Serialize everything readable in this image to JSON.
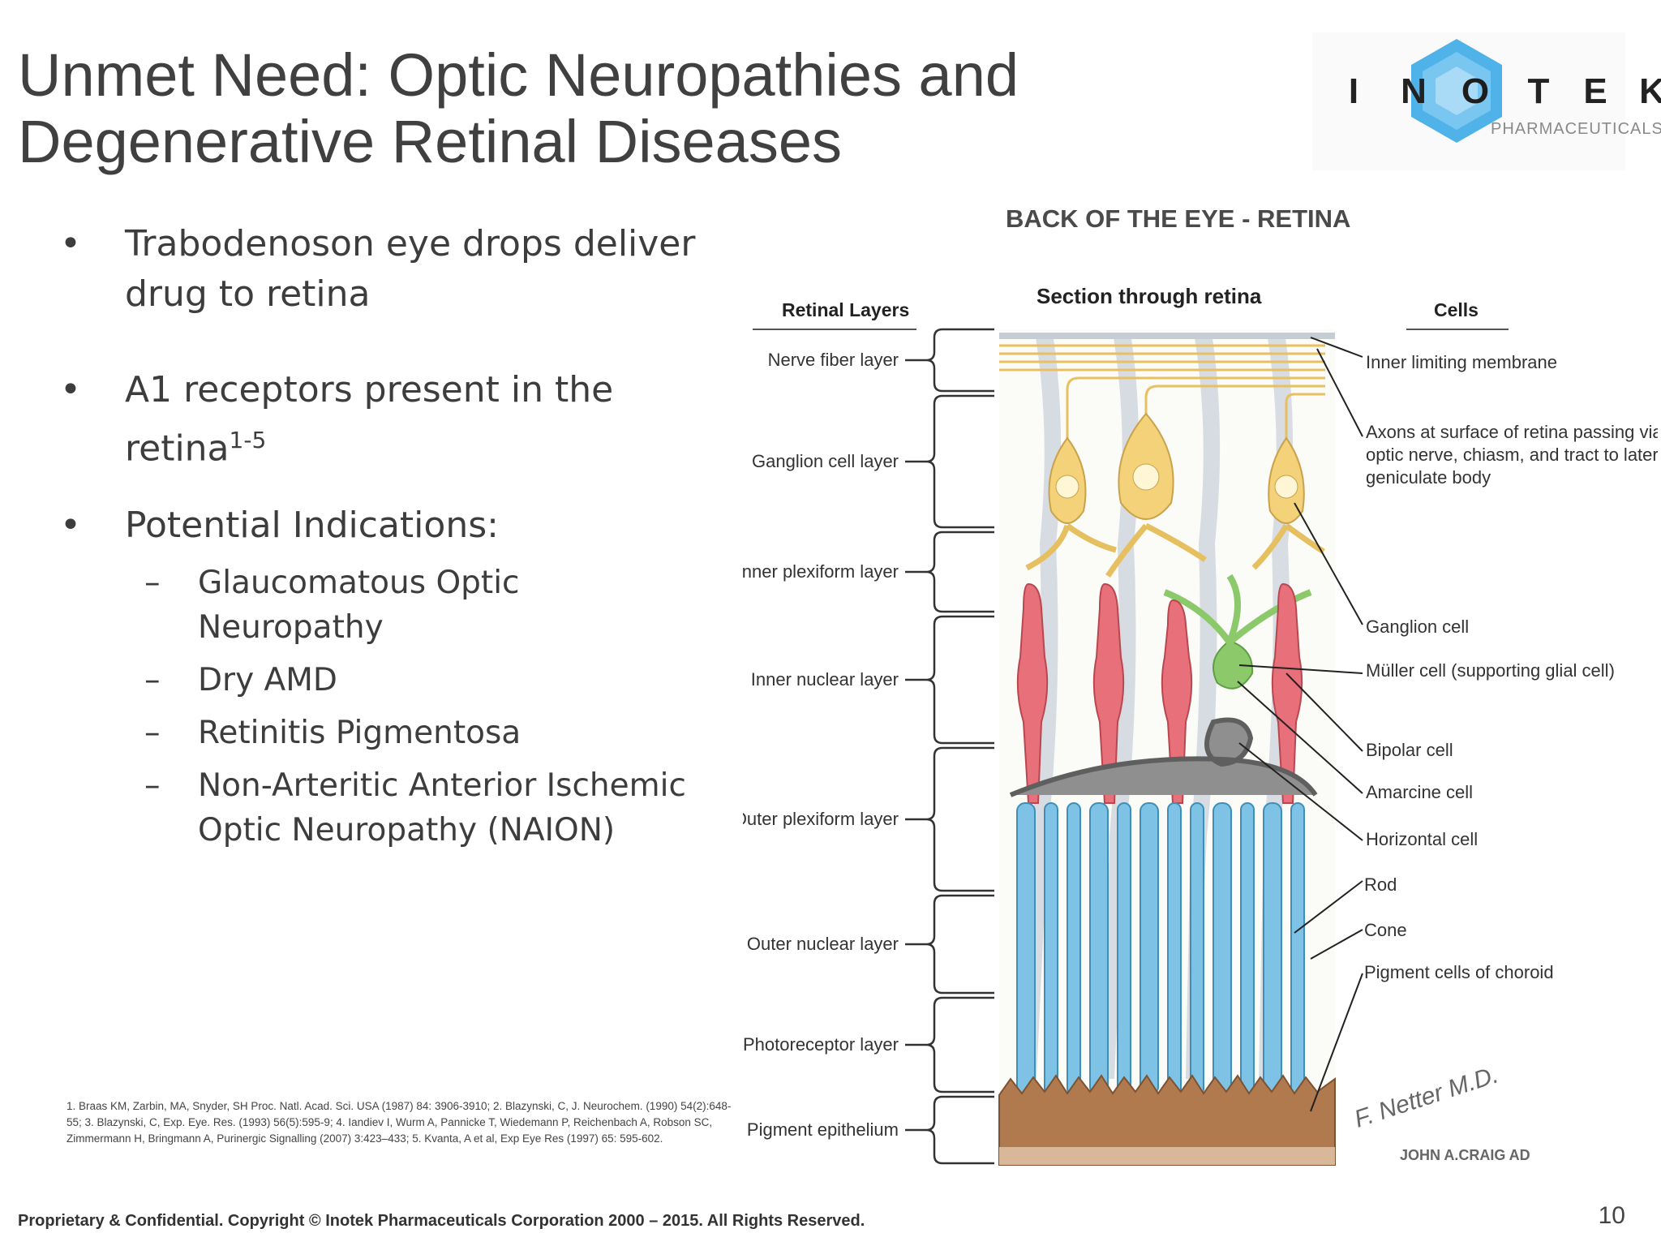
{
  "slide": {
    "title_line1": "Unmet Need:  Optic Neuropathies and",
    "title_line2": "Degenerative Retinal Diseases",
    "page_number": "10",
    "footer": "Proprietary & Confidential. Copyright © Inotek Pharmaceuticals Corporation 2000 – 2015. All Rights Reserved."
  },
  "logo": {
    "letters": [
      "I",
      "N",
      "O",
      "T",
      "E",
      "K"
    ],
    "subtitle": "PHARMACEUTICALS",
    "accent_color": "#3ea8e6"
  },
  "bullets": [
    {
      "marker": "•",
      "text_line1": "Trabodenoson eye drops deliver",
      "text_line2": "drug to retina"
    },
    {
      "marker": "•",
      "text_line1": "A1 receptors present in the",
      "text_line2": "retina",
      "superscript": "1-5"
    },
    {
      "marker": "•",
      "text_line1": "Potential Indications:"
    }
  ],
  "indications": [
    {
      "marker": "–",
      "line1": "Glaucomatous Optic",
      "line2": "Neuropathy"
    },
    {
      "marker": "–",
      "line1": "Dry AMD"
    },
    {
      "marker": "–",
      "line1": "Retinitis Pigmentosa"
    },
    {
      "marker": "–",
      "line1": "Non-Arteritic Anterior Ischemic",
      "line2": "Optic Neuropathy (NAION)"
    }
  ],
  "references": "1.  Braas KM, Zarbin, MA, Snyder, SH Proc. Natl. Acad. Sci. USA (1987) 84: 3906-3910; 2. Blazynski, C, J. Neurochem. (1990) 54(2):648-55; 3. Blazynski, C, Exp. Eye. Res. (1993) 56(5):595-9;  4. Iandiev I, Wurm A, Pannicke T, Wiedemann P, Reichenbach A, Robson SC, Zimmermann H, Bringmann A, Purinergic Signalling (2007) 3:423–433; 5. Kvanta, A et al, Exp Eye Res (1997) 65: 595-602.",
  "figure": {
    "heading": "BACK OF THE EYE - RETINA",
    "section_title": "Section through retina",
    "layers_header": "Retinal Layers",
    "cells_header": "Cells",
    "layers": [
      "Nerve fiber layer",
      "Ganglion cell layer",
      "Inner plexiform layer",
      "Inner nuclear layer",
      "Outer plexiform layer",
      "Outer nuclear layer",
      "Photoreceptor layer",
      "Pigment epithelium"
    ],
    "cells": [
      {
        "line1": "Inner limiting membrane"
      },
      {
        "line1": "Axons at surface of retina passing via",
        "line2": "optic nerve, chiasm, and tract to lateral",
        "line3": "geniculate body"
      },
      {
        "line1": "Ganglion cell"
      },
      {
        "line1": "Müller cell (supporting glial cell)"
      },
      {
        "line1": "Bipolar cell"
      },
      {
        "line1": "Amarcine cell"
      },
      {
        "line1": "Horizontal cell"
      },
      {
        "line1": "Rod"
      },
      {
        "line1": "Cone"
      },
      {
        "line1": "Pigment cells of choroid"
      }
    ],
    "signature": "F. Netter M.D.",
    "signature2": "JOHN A.CRAIG AD",
    "colors": {
      "ganglion": "#f4d27a",
      "bipolar": "#e8707a",
      "muller": "#cfd5dc",
      "amacrine": "#8cc96a",
      "horizontal": "#8f8f8f",
      "photoreceptor": "#7ec3e6",
      "pigment": "#b07a4e"
    }
  }
}
